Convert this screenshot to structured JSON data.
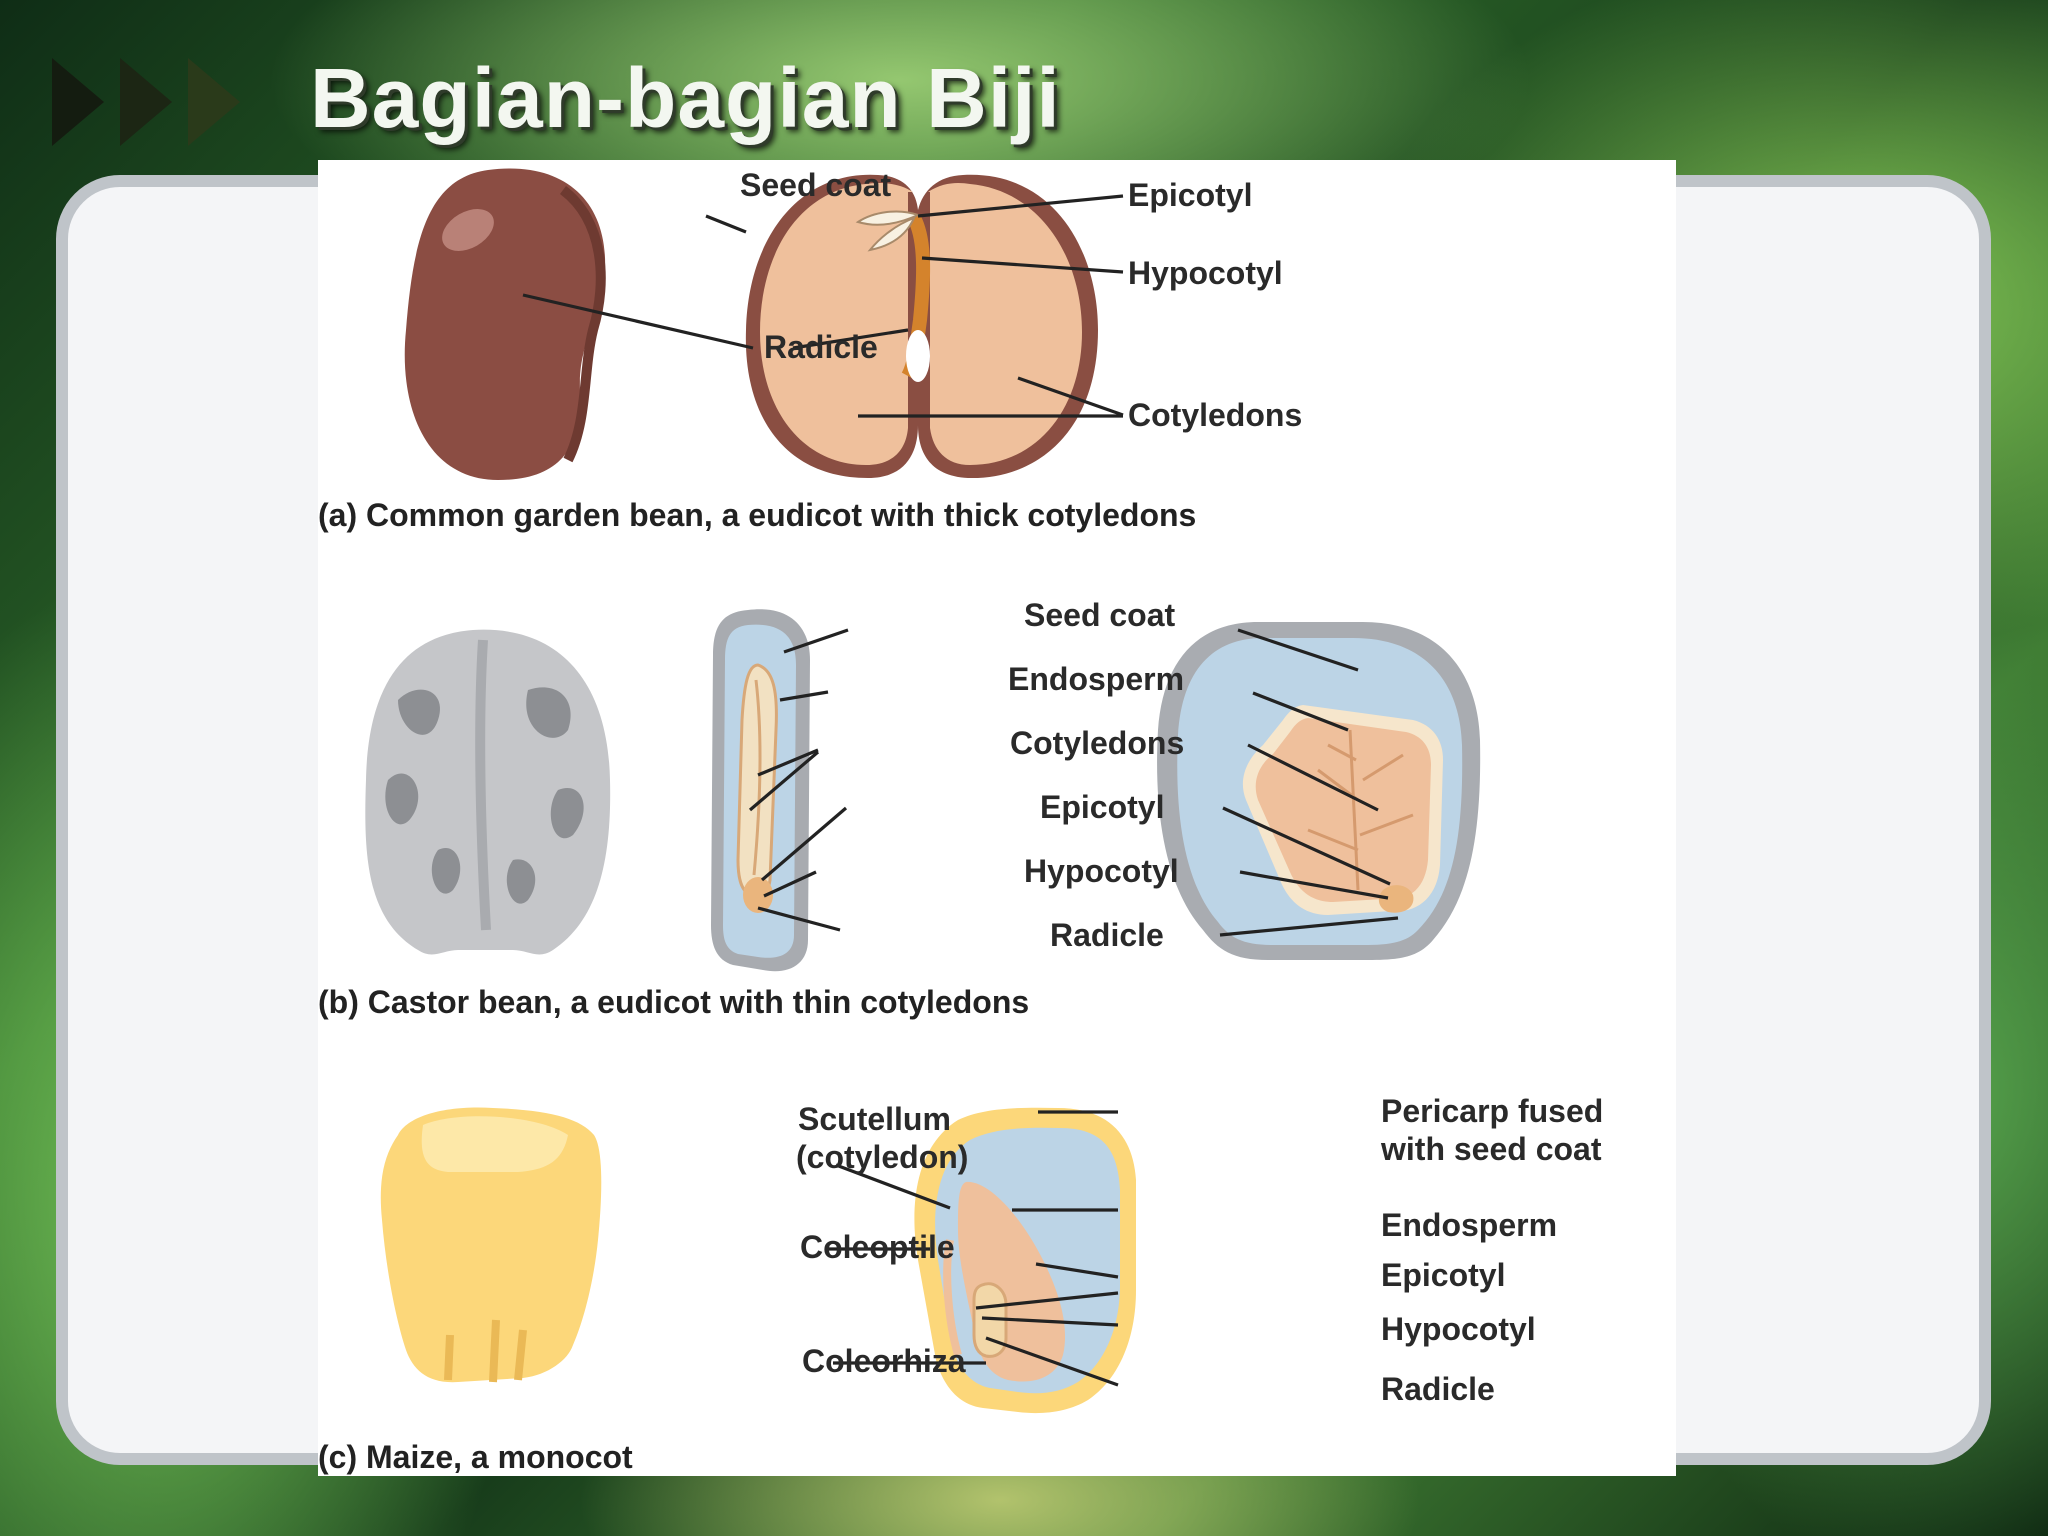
{
  "slide": {
    "title": "Bagian-bagian Biji",
    "colors": {
      "accent_dark": "#1a2a12",
      "panel": "#f4f5f7",
      "panel_border": "#bfc4c9"
    }
  },
  "figure": {
    "a": {
      "caption": "(a) Common garden bean, a eudicot with thick cotyledons",
      "labels": {
        "seed_coat": "Seed coat",
        "radicle": "Radicle",
        "epicotyl": "Epicotyl",
        "hypocotyl": "Hypocotyl",
        "cotyledons": "Cotyledons"
      }
    },
    "b": {
      "caption": "(b) Castor bean, a eudicot with thin cotyledons",
      "labels": {
        "seed_coat": "Seed coat",
        "endosperm": "Endosperm",
        "cotyledons": "Cotyledons",
        "epicotyl": "Epicotyl",
        "hypocotyl": "Hypocotyl",
        "radicle": "Radicle"
      }
    },
    "c": {
      "caption": "(c) Maize, a monocot",
      "labels": {
        "scutellum_1": "Scutellum",
        "scutellum_2": "(cotyledon)",
        "coleoptile": "Coleoptile",
        "coleorhiza": "Coleorhiza",
        "pericarp_1": "Pericarp fused",
        "pericarp_2": "with seed coat",
        "endosperm": "Endosperm",
        "epicotyl": "Epicotyl",
        "hypocotyl": "Hypocotyl",
        "radicle": "Radicle"
      }
    }
  }
}
